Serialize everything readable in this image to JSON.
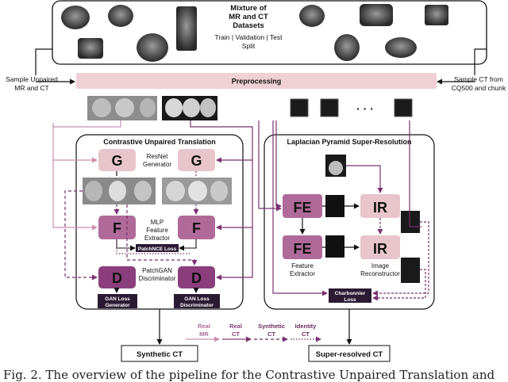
{
  "dataset": {
    "title_line1": "Mixture of",
    "title_line2": "MR and CT",
    "title_line3": "Datasets",
    "split_line1": "Train | Validation | Test",
    "split_line2": "Split"
  },
  "inputs": {
    "left_line1": "Sample Unpaired",
    "left_line2": "MR and CT",
    "right_line1": "Sample CT from",
    "right_line2": "CQ500 and chunk"
  },
  "preprocessing": "Preprocessing",
  "cut": {
    "title": "Contrastive Unpaired Translation",
    "generator_letter": "G",
    "generator_label1": "ResNet",
    "generator_label2": "Generator",
    "feature_letter": "F",
    "feature_label1": "MLP",
    "feature_label2": "Feature",
    "feature_label3": "Extractor",
    "patchnce": "PatchNCE Loss",
    "discriminator_letter": "D",
    "discriminator_label1": "PatchGAN",
    "discriminator_label2": "Discriminator",
    "gan_gen_line1": "GAN Loss",
    "gan_gen_line2": "Generator",
    "gan_disc_line1": "GAN Loss",
    "gan_disc_line2": "Discriminator"
  },
  "lapsrn": {
    "title": "Laplacian Pyramid Super-Resolution",
    "fe_letter": "FE",
    "ir_letter": "IR",
    "fe_label1": "Feature",
    "fe_label2": "Extractor",
    "ir_label1": "Image",
    "ir_label2": "Reconstructor",
    "charbonnier_line1": "Charbonnier",
    "charbonnier_line2": "Loss"
  },
  "ellipsis": "· · ·",
  "legend": [
    {
      "line1": "Real",
      "line2": "MR",
      "style": "solid",
      "color": "#c98fb0"
    },
    {
      "line1": "Real",
      "line2": "CT",
      "style": "solid",
      "color": "#8a3f7c"
    },
    {
      "line1": "Synthetic",
      "line2": "CT",
      "style": "dashed",
      "color": "#6b2a60"
    },
    {
      "line1": "Identity",
      "line2": "CT",
      "style": "dotted",
      "color": "#6b2a60"
    }
  ],
  "outputs": {
    "synthetic": "Synthetic CT",
    "superres": "Super-resolved CT"
  },
  "caption": "Fig. 2. The overview of the pipeline for the Contrastive Unpaired Translation and",
  "colors": {
    "block_light": "#e8c4cb",
    "block_dark": "#b06a9a",
    "arrow_purple": "#7a3170",
    "loss_dark": "#2b1a33",
    "preproc": "#efd0d4"
  }
}
